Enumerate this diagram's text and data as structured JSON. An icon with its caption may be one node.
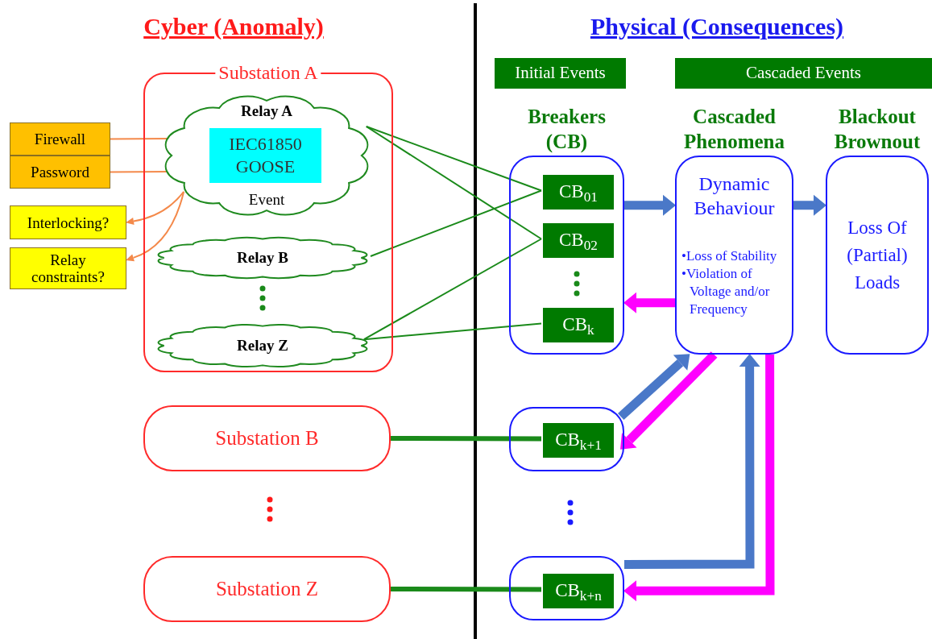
{
  "diagram": {
    "nodes": [
      {
        "text": [
          "Substation A"
        ]
      },
      {
        "text": [
          "Relay A",
          "Event"
        ],
        "in": 0
      },
      {
        "text": [
          "IEC61850 GOOSE"
        ],
        "in": 1
      },
      {
        "text": [
          "Relay B"
        ],
        "in": 0
      },
      {
        "text": [
          "Relay Z"
        ],
        "in": 0
      },
      {
        "text": [
          "Firewall"
        ]
      },
      {
        "text": [
          "Password"
        ]
      },
      {
        "text": [
          "Interlocking?"
        ]
      },
      {
        "text": [
          "Relay constraints?"
        ]
      },
      {
        "text": [
          "Breakers (CB)"
        ]
      },
      {
        "text": [
          "CB$_{01}$"
        ],
        "in": 9
      },
      {
        "text": [
          "CB$_{02}$"
        ],
        "in": 9
      },
      {
        "text": [
          "CB$_{k}$"
        ],
        "in": 9
      },
      {
        "text": [
          "Cascaded Phenomena",
          "Dynamic Behaviour",
          "•Loss of Stability",
          "•Violation of Voltage and/or Frequency"
        ]
      },
      {
        "text": [
          "Blackout Brownout",
          "Loss Of (Partial) Loads"
        ]
      },
      {
        "text": [
          "Substation B"
        ]
      },
      {
        "text": [
          "Substation Z"
        ]
      },
      {
        "text": [],
        "shape": "box"
      },
      {
        "text": [
          "CB$_{k+1}$"
        ],
        "in": 17
      },
      {
        "text": [],
        "shape": "box"
      },
      {
        "text": [
          "CB$_{k+n}$"
        ],
        "in": 19
      },
      {
        "text": [
          "Initial Events"
        ]
      },
      {
        "text": [
          "Cascaded Events"
        ]
      }
    ],
    "edges": [
      {
        "from": 5,
        "to": 1,
        "arrow": "none",
        "color": "#f4894a"
      },
      {
        "from": 6,
        "to": 1,
        "arrow": "none",
        "color": "#f4894a"
      },
      {
        "from": 1,
        "to": 7,
        "arrow": "to",
        "color": "#f4894a"
      },
      {
        "from": 1,
        "to": 8,
        "arrow": "to",
        "color": "#f4894a"
      },
      {
        "from": 1,
        "to": 10,
        "arrow": "none"
      },
      {
        "from": 1,
        "to": 11,
        "arrow": "none"
      },
      {
        "from": 3,
        "to": 10,
        "arrow": "none"
      },
      {
        "from": 4,
        "to": 11,
        "arrow": "none"
      },
      {
        "from": 4,
        "to": 12,
        "arrow": "none"
      },
      {
        "from": 15,
        "to": 18,
        "arrow": "none",
        "style": "thick"
      },
      {
        "from": 16,
        "to": 20,
        "arrow": "none",
        "style": "thick"
      },
      {
        "from": 9,
        "to": 13,
        "arrow": "to",
        "style": "thick",
        "color": "#4a78c8"
      },
      {
        "from": 13,
        "to": 14,
        "arrow": "to",
        "style": "thick",
        "color": "#4a78c8"
      },
      {
        "from": 13,
        "to": 9,
        "arrow": "to",
        "style": "thick",
        "color": "#ff00ff"
      },
      {
        "from": 17,
        "to": 13,
        "arrow": "to",
        "style": "thick",
        "color": "#4a78c8"
      },
      {
        "from": 13,
        "to": 17,
        "arrow": "to",
        "style": "thick",
        "color": "#ff00ff"
      },
      {
        "from": 19,
        "to": 13,
        "arrow": "to",
        "style": "thick",
        "color": "#4a78c8"
      },
      {
        "from": 13,
        "to": 19,
        "arrow": "to",
        "style": "thick",
        "color": "#ff00ff"
      }
    ],
    "labels": [
      "Cyber (Anomaly)",
      "Physical (Consequences)"
    ]
  }
}
